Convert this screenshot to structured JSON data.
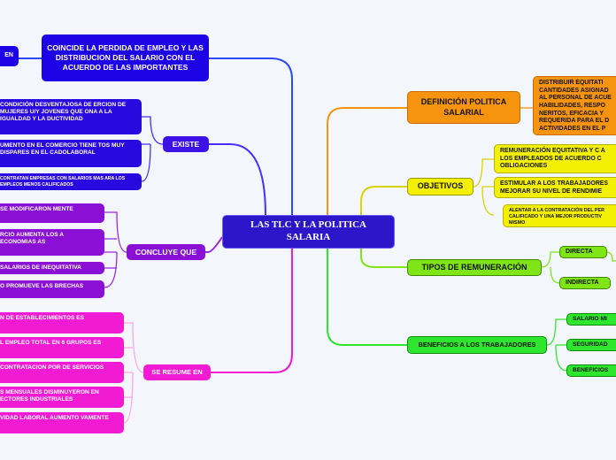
{
  "center": "LAS TLC Y LA POLITICA SALARIA",
  "top_left": {
    "cut_label": "EN",
    "main": "COINCIDE LA PERDIDA DE EMPLEO Y LAS DISTRIBUCION DEL SALARIO CON EL ACUERDO DE LAS IMPORTANTES"
  },
  "existe": {
    "label": "EXISTE",
    "items": [
      "CONDICIÓN DESVENTAJOSA DE ERCION DE MUJERES U/Y JOVENES QUE ONA A LA IGUALDAD Y LA DUCTIVIDAD",
      "UMENTO EN EL COMERCIO TIENE TOS MUY DISPARES EN EL CADOLABORAL",
      "CONTRATAN EMPRESAS CON SALARIOS MAS ARA LOS EMPLEOS MENOS CALIFICADOS"
    ]
  },
  "concluye": {
    "label": "CONCLUYE QUE",
    "items": [
      "SE MODIFICARON MENTE",
      "RCIO AUMENTA LOS A ECONOMIAS AS",
      "SALARIOS DE INEQUITATIVA",
      "O PROMUEVE LAS BRECHAS"
    ]
  },
  "resume": {
    "label": "SE RESUME EN",
    "items": [
      "N DE ESTABLECIMIENTOS ES",
      "L EMPLEO TOTAL EN 6 GRUPOS ES",
      "CONTRATACION POR DE SERVICIOS",
      "S MENSUALES DISMINUYERON EN ECTORES INDUSTRIALES",
      "VIDAD LABORAL AUMENTO VAMENTE"
    ]
  },
  "definicion": {
    "label": "DEFINICIÓN POLITICA SALARIAL",
    "text": "DISTRIBUIR EQUITATI CANTIDADES ASIGNAD AL PERSONAL DE ACUE HABILIDADES, RESPO NERITOS, EFICACIA Y REQUERIDA PARA EL D ACTIVIDADES EN EL P"
  },
  "objetivos": {
    "label": "OBJETIVOS",
    "items": [
      "REMUNERACIÓN EQUITATIVA Y C A LOS EMPLEADOS DE ACUERDO C OBLIGACIONES",
      "ESTIMULAR A LOS TRABAJADORES MEJORAR SU NIVEL DE RENDIMIE",
      "ALENTAR A LA CONTRATACIÓN DEL PER CALIFICADO Y UNA MEJOR PRODUCTIV MISMO"
    ]
  },
  "tipos": {
    "label": "TIPOS DE REMUNERACIÓN",
    "items": [
      "DIRECTA",
      "INDIRECTA"
    ]
  },
  "beneficios": {
    "label": "BENEFICIOS A LOS TRABAJADORES",
    "items": [
      "SALARIO MI",
      "SEGURIDAD",
      "BENEFICIOS"
    ]
  },
  "colors": {
    "blue": "#1d02e6",
    "purple": "#8a10d6",
    "pink": "#f21bd4",
    "orange": "#f7940f",
    "yellow": "#f4f005",
    "lime": "#7fe517",
    "green": "#2ee62e"
  }
}
